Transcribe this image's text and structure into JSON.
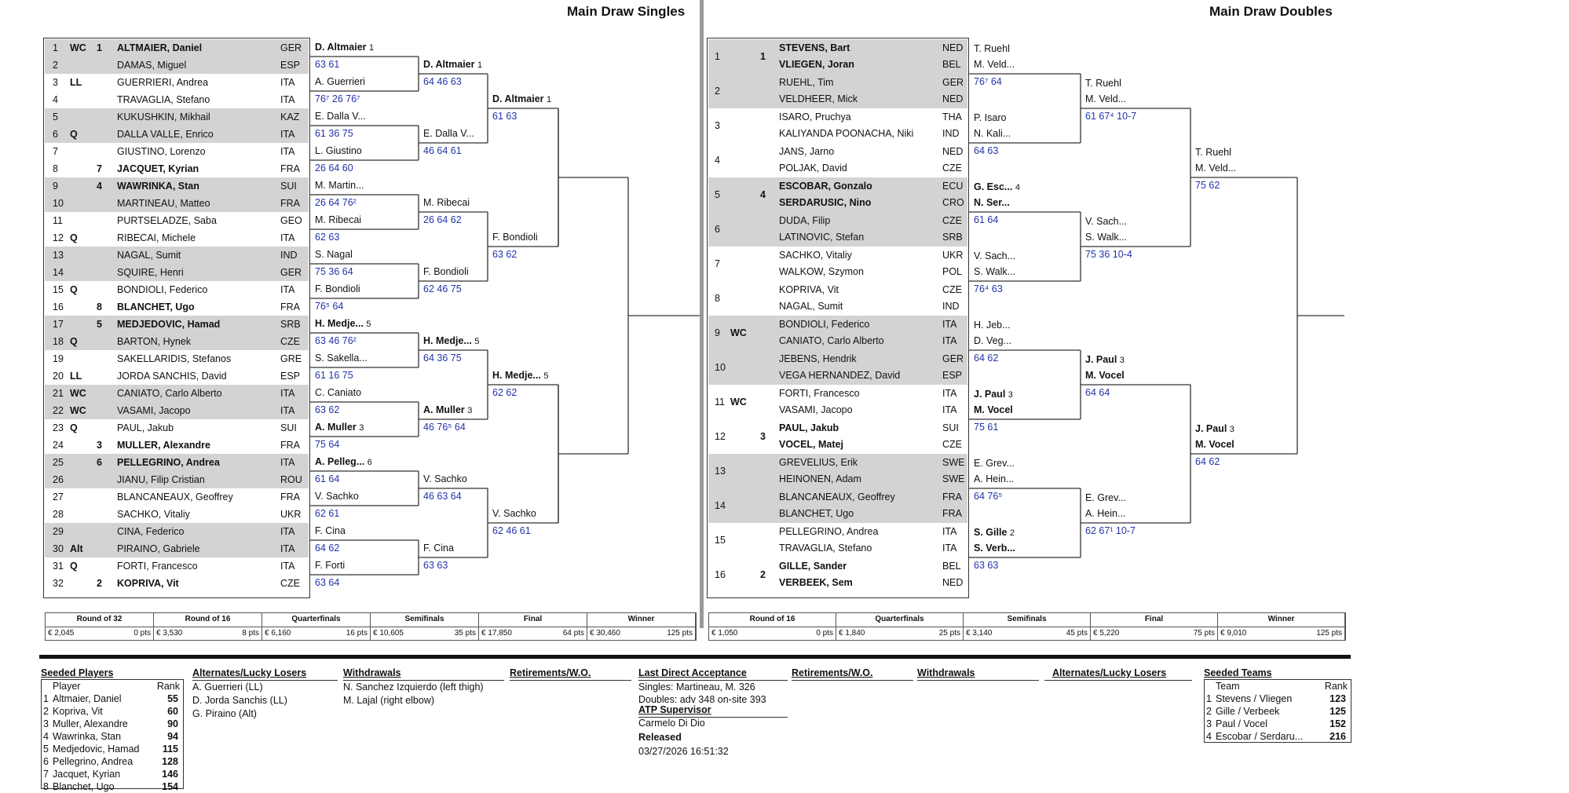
{
  "singles": {
    "title": "Main Draw Singles",
    "r32": [
      {
        "n": "1",
        "s": "WC",
        "seed": "1",
        "name": "ALTMAIER, Daniel",
        "c": "GER",
        "b": true,
        "g": true
      },
      {
        "n": "2",
        "s": "",
        "seed": "",
        "name": "DAMAS, Miguel",
        "c": "ESP",
        "b": false,
        "g": true
      },
      {
        "n": "3",
        "s": "LL",
        "seed": "",
        "name": "GUERRIERI, Andrea",
        "c": "ITA",
        "b": false,
        "g": false
      },
      {
        "n": "4",
        "s": "",
        "seed": "",
        "name": "TRAVAGLIA, Stefano",
        "c": "ITA",
        "b": false,
        "g": false
      },
      {
        "n": "5",
        "s": "",
        "seed": "",
        "name": "KUKUSHKIN, Mikhail",
        "c": "KAZ",
        "b": false,
        "g": true
      },
      {
        "n": "6",
        "s": "Q",
        "seed": "",
        "name": "DALLA VALLE, Enrico",
        "c": "ITA",
        "b": false,
        "g": true
      },
      {
        "n": "7",
        "s": "",
        "seed": "",
        "name": "GIUSTINO, Lorenzo",
        "c": "ITA",
        "b": false,
        "g": false
      },
      {
        "n": "8",
        "s": "",
        "seed": "7",
        "name": "JACQUET, Kyrian",
        "c": "FRA",
        "b": true,
        "g": false
      },
      {
        "n": "9",
        "s": "",
        "seed": "4",
        "name": "WAWRINKA, Stan",
        "c": "SUI",
        "b": true,
        "g": true
      },
      {
        "n": "10",
        "s": "",
        "seed": "",
        "name": "MARTINEAU, Matteo",
        "c": "FRA",
        "b": false,
        "g": true
      },
      {
        "n": "11",
        "s": "",
        "seed": "",
        "name": "PURTSELADZE, Saba",
        "c": "GEO",
        "b": false,
        "g": false
      },
      {
        "n": "12",
        "s": "Q",
        "seed": "",
        "name": "RIBECAI, Michele",
        "c": "ITA",
        "b": false,
        "g": false
      },
      {
        "n": "13",
        "s": "",
        "seed": "",
        "name": "NAGAL, Sumit",
        "c": "IND",
        "b": false,
        "g": true
      },
      {
        "n": "14",
        "s": "",
        "seed": "",
        "name": "SQUIRE, Henri",
        "c": "GER",
        "b": false,
        "g": true
      },
      {
        "n": "15",
        "s": "Q",
        "seed": "",
        "name": "BONDIOLI, Federico",
        "c": "ITA",
        "b": false,
        "g": false
      },
      {
        "n": "16",
        "s": "",
        "seed": "8",
        "name": "BLANCHET, Ugo",
        "c": "FRA",
        "b": true,
        "g": false
      },
      {
        "n": "17",
        "s": "",
        "seed": "5",
        "name": "MEDJEDOVIC, Hamad",
        "c": "SRB",
        "b": true,
        "g": true
      },
      {
        "n": "18",
        "s": "Q",
        "seed": "",
        "name": "BARTON, Hynek",
        "c": "CZE",
        "b": false,
        "g": true
      },
      {
        "n": "19",
        "s": "",
        "seed": "",
        "name": "SAKELLARIDIS, Stefanos",
        "c": "GRE",
        "b": false,
        "g": false
      },
      {
        "n": "20",
        "s": "LL",
        "seed": "",
        "name": "JORDA SANCHIS, David",
        "c": "ESP",
        "b": false,
        "g": false
      },
      {
        "n": "21",
        "s": "WC",
        "seed": "",
        "name": "CANIATO, Carlo Alberto",
        "c": "ITA",
        "b": false,
        "g": true
      },
      {
        "n": "22",
        "s": "WC",
        "seed": "",
        "name": "VASAMI, Jacopo",
        "c": "ITA",
        "b": false,
        "g": true
      },
      {
        "n": "23",
        "s": "Q",
        "seed": "",
        "name": "PAUL, Jakub",
        "c": "SUI",
        "b": false,
        "g": false
      },
      {
        "n": "24",
        "s": "",
        "seed": "3",
        "name": "MULLER, Alexandre",
        "c": "FRA",
        "b": true,
        "g": false
      },
      {
        "n": "25",
        "s": "",
        "seed": "6",
        "name": "PELLEGRINO, Andrea",
        "c": "ITA",
        "b": true,
        "g": true
      },
      {
        "n": "26",
        "s": "",
        "seed": "",
        "name": "JIANU, Filip Cristian",
        "c": "ROU",
        "b": false,
        "g": true
      },
      {
        "n": "27",
        "s": "",
        "seed": "",
        "name": "BLANCANEAUX, Geoffrey",
        "c": "FRA",
        "b": false,
        "g": false
      },
      {
        "n": "28",
        "s": "",
        "seed": "",
        "name": "SACHKO, Vitaliy",
        "c": "UKR",
        "b": false,
        "g": false
      },
      {
        "n": "29",
        "s": "",
        "seed": "",
        "name": "CINA, Federico",
        "c": "ITA",
        "b": false,
        "g": true
      },
      {
        "n": "30",
        "s": "Alt",
        "seed": "",
        "name": "PIRAINO, Gabriele",
        "c": "ITA",
        "b": false,
        "g": true
      },
      {
        "n": "31",
        "s": "Q",
        "seed": "",
        "name": "FORTI, Francesco",
        "c": "ITA",
        "b": false,
        "g": false
      },
      {
        "n": "32",
        "s": "",
        "seed": "2",
        "name": "KOPRIVA, Vit",
        "c": "CZE",
        "b": true,
        "g": false
      }
    ],
    "r16": [
      {
        "w": "D. Altmaier",
        "seed": "1",
        "b": true,
        "score": "63 61"
      },
      {
        "w": "A. Guerrieri",
        "seed": "",
        "b": false,
        "score": "76⁷ 26 76⁷"
      },
      {
        "w": "E. Dalla V...",
        "seed": "",
        "b": false,
        "score": "61 36 75"
      },
      {
        "w": "L. Giustino",
        "seed": "",
        "b": false,
        "score": "26 64 60"
      },
      {
        "w": "M. Martin...",
        "seed": "",
        "b": false,
        "score": "26 64 76²"
      },
      {
        "w": "M. Ribecai",
        "seed": "",
        "b": false,
        "score": "62 63"
      },
      {
        "w": "S. Nagal",
        "seed": "",
        "b": false,
        "score": "75 36 64"
      },
      {
        "w": "F. Bondioli",
        "seed": "",
        "b": false,
        "score": "76⁵ 64"
      },
      {
        "w": "H. Medje...",
        "seed": "5",
        "b": true,
        "score": "63 46 76²"
      },
      {
        "w": "S. Sakella...",
        "seed": "",
        "b": false,
        "score": "61 16 75"
      },
      {
        "w": "C. Caniato",
        "seed": "",
        "b": false,
        "score": "63 62"
      },
      {
        "w": "A. Muller",
        "seed": "3",
        "b": true,
        "score": "75 64"
      },
      {
        "w": "A. Pelleg...",
        "seed": "6",
        "b": true,
        "score": "61 64"
      },
      {
        "w": "V. Sachko",
        "seed": "",
        "b": false,
        "score": "62 61"
      },
      {
        "w": "F. Cina",
        "seed": "",
        "b": false,
        "score": "64 62"
      },
      {
        "w": "F. Forti",
        "seed": "",
        "b": false,
        "score": "63 64"
      }
    ],
    "qf": [
      {
        "w": "D. Altmaier",
        "seed": "1",
        "b": true,
        "score": "64 46 63"
      },
      {
        "w": "E. Dalla V...",
        "seed": "",
        "b": false,
        "score": "46 64 61"
      },
      {
        "w": "M. Ribecai",
        "seed": "",
        "b": false,
        "score": "26 64 62"
      },
      {
        "w": "F. Bondioli",
        "seed": "",
        "b": false,
        "score": "62 46 75"
      },
      {
        "w": "H. Medje...",
        "seed": "5",
        "b": true,
        "score": "64 36 75"
      },
      {
        "w": "A. Muller",
        "seed": "3",
        "b": true,
        "score": "46 76⁵ 64"
      },
      {
        "w": "V. Sachko",
        "seed": "",
        "b": false,
        "score": "46 63 64"
      },
      {
        "w": "F. Cina",
        "seed": "",
        "b": false,
        "score": "63 63"
      }
    ],
    "sf": [
      {
        "w": "D. Altmaier",
        "seed": "1",
        "b": true,
        "score": "61 63"
      },
      {
        "w": "F. Bondioli",
        "seed": "",
        "b": false,
        "score": "63 62"
      },
      {
        "w": "H. Medje...",
        "seed": "5",
        "b": true,
        "score": "62 62"
      },
      {
        "w": "V. Sachko",
        "seed": "",
        "b": false,
        "score": "62 46 61"
      }
    ],
    "stages": [
      {
        "name": "Round of 32",
        "money": "€ 2,045",
        "pts": "0 pts"
      },
      {
        "name": "Round of 16",
        "money": "€ 3,530",
        "pts": "8 pts"
      },
      {
        "name": "Quarterfinals",
        "money": "€ 6,160",
        "pts": "16 pts"
      },
      {
        "name": "Semifinals",
        "money": "€ 10,605",
        "pts": "35 pts"
      },
      {
        "name": "Final",
        "money": "€ 17,850",
        "pts": "64 pts"
      },
      {
        "name": "Winner",
        "money": "€ 30,460",
        "pts": "125 pts"
      }
    ]
  },
  "doubles": {
    "title": "Main Draw Doubles",
    "r16": [
      {
        "n": "1",
        "s": "",
        "seed": "1",
        "p1": "STEVENS, Bart",
        "c1": "NED",
        "p2": "VLIEGEN, Joran",
        "c2": "BEL",
        "b": true,
        "g": true
      },
      {
        "n": "2",
        "s": "",
        "seed": "",
        "p1": "RUEHL, Tim",
        "c1": "GER",
        "p2": "VELDHEER, Mick",
        "c2": "NED",
        "b": false,
        "g": true
      },
      {
        "n": "3",
        "s": "",
        "seed": "",
        "p1": "ISARO, Pruchya",
        "c1": "THA",
        "p2": "KALIYANDA POONACHA, Niki",
        "c2": "IND",
        "b": false,
        "g": false
      },
      {
        "n": "4",
        "s": "",
        "seed": "",
        "p1": "JANS, Jarno",
        "c1": "NED",
        "p2": "POLJAK, David",
        "c2": "CZE",
        "b": false,
        "g": false
      },
      {
        "n": "5",
        "s": "",
        "seed": "4",
        "p1": "ESCOBAR, Gonzalo",
        "c1": "ECU",
        "p2": "SERDARUSIC, Nino",
        "c2": "CRO",
        "b": true,
        "g": true
      },
      {
        "n": "6",
        "s": "",
        "seed": "",
        "p1": "DUDA, Filip",
        "c1": "CZE",
        "p2": "LATINOVIC, Stefan",
        "c2": "SRB",
        "b": false,
        "g": true
      },
      {
        "n": "7",
        "s": "",
        "seed": "",
        "p1": "SACHKO, Vitaliy",
        "c1": "UKR",
        "p2": "WALKOW, Szymon",
        "c2": "POL",
        "b": false,
        "g": false
      },
      {
        "n": "8",
        "s": "",
        "seed": "",
        "p1": "KOPRIVA, Vit",
        "c1": "CZE",
        "p2": "NAGAL, Sumit",
        "c2": "IND",
        "b": false,
        "g": false
      },
      {
        "n": "9",
        "s": "WC",
        "seed": "",
        "p1": "BONDIOLI, Federico",
        "c1": "ITA",
        "p2": "CANIATO, Carlo Alberto",
        "c2": "ITA",
        "b": false,
        "g": true
      },
      {
        "n": "10",
        "s": "",
        "seed": "",
        "p1": "JEBENS, Hendrik",
        "c1": "GER",
        "p2": "VEGA HERNANDEZ, David",
        "c2": "ESP",
        "b": false,
        "g": true
      },
      {
        "n": "11",
        "s": "WC",
        "seed": "",
        "p1": "FORTI, Francesco",
        "c1": "ITA",
        "p2": "VASAMI, Jacopo",
        "c2": "ITA",
        "b": false,
        "g": false
      },
      {
        "n": "12",
        "s": "",
        "seed": "3",
        "p1": "PAUL, Jakub",
        "c1": "SUI",
        "p2": "VOCEL, Matej",
        "c2": "CZE",
        "b": true,
        "g": false
      },
      {
        "n": "13",
        "s": "",
        "seed": "",
        "p1": "GREVELIUS, Erik",
        "c1": "SWE",
        "p2": "HEINONEN, Adam",
        "c2": "SWE",
        "b": false,
        "g": true
      },
      {
        "n": "14",
        "s": "",
        "seed": "",
        "p1": "BLANCANEAUX, Geoffrey",
        "c1": "FRA",
        "p2": "BLANCHET, Ugo",
        "c2": "FRA",
        "b": false,
        "g": true
      },
      {
        "n": "15",
        "s": "",
        "seed": "",
        "p1": "PELLEGRINO, Andrea",
        "c1": "ITA",
        "p2": "TRAVAGLIA, Stefano",
        "c2": "ITA",
        "b": false,
        "g": false
      },
      {
        "n": "16",
        "s": "",
        "seed": "2",
        "p1": "GILLE, Sander",
        "c1": "BEL",
        "p2": "VERBEEK, Sem",
        "c2": "NED",
        "b": true,
        "g": false
      }
    ],
    "qf": [
      {
        "w1": "T. Ruehl",
        "w2": "M. Veld...",
        "seed": "",
        "b": false,
        "score": "76⁷ 64"
      },
      {
        "w1": "P. Isaro",
        "w2": "N. Kali...",
        "seed": "",
        "b": false,
        "score": "64 63"
      },
      {
        "w1": "G. Esc...",
        "w2": "N. Ser...",
        "seed": "4",
        "b": true,
        "score": "61 64"
      },
      {
        "w1": "V. Sach...",
        "w2": "S. Walk...",
        "seed": "",
        "b": false,
        "score": "76⁴ 63"
      },
      {
        "w1": "H. Jeb...",
        "w2": "D. Veg...",
        "seed": "",
        "b": false,
        "score": "64 62"
      },
      {
        "w1": "J. Paul",
        "w2": "M. Vocel",
        "seed": "3",
        "b": true,
        "score": "75 61"
      },
      {
        "w1": "E. Grev...",
        "w2": "A. Hein...",
        "seed": "",
        "b": false,
        "score": "64 76⁵"
      },
      {
        "w1": "S. Gille",
        "w2": "S. Verb...",
        "seed": "2",
        "b": true,
        "score": "63 63"
      }
    ],
    "sf": [
      {
        "w1": "T. Ruehl",
        "w2": "M. Veld...",
        "seed": "",
        "b": false,
        "score": "61 67⁴ 10-7"
      },
      {
        "w1": "V. Sach...",
        "w2": "S. Walk...",
        "seed": "",
        "b": false,
        "score": "75 36 10-4"
      },
      {
        "w1": "J. Paul",
        "w2": "M. Vocel",
        "seed": "3",
        "b": true,
        "score": "64 64"
      },
      {
        "w1": "E. Grev...",
        "w2": "A. Hein...",
        "seed": "",
        "b": false,
        "score": "62 67¹ 10-7"
      }
    ],
    "f": [
      {
        "w1": "T. Ruehl",
        "w2": "M. Veld...",
        "seed": "",
        "b": false,
        "score": "75 62"
      },
      {
        "w1": "J. Paul",
        "w2": "M. Vocel",
        "seed": "3",
        "b": true,
        "score": "64 62"
      }
    ],
    "stages": [
      {
        "name": "Round of 16",
        "money": "€ 1,050",
        "pts": "0 pts"
      },
      {
        "name": "Quarterfinals",
        "money": "€ 1,840",
        "pts": "25 pts"
      },
      {
        "name": "Semifinals",
        "money": "€ 3,140",
        "pts": "45 pts"
      },
      {
        "name": "Final",
        "money": "€ 5,220",
        "pts": "75 pts"
      },
      {
        "name": "Winner",
        "money": "€ 9,010",
        "pts": "125 pts"
      }
    ]
  },
  "footer": {
    "seeded_players": {
      "title": "Seeded Players",
      "col_player": "Player",
      "col_rank": "Rank",
      "rows": [
        {
          "n": "1",
          "name": "Altmaier, Daniel",
          "rank": "55"
        },
        {
          "n": "2",
          "name": "Kopriva, Vit",
          "rank": "60"
        },
        {
          "n": "3",
          "name": "Muller, Alexandre",
          "rank": "90"
        },
        {
          "n": "4",
          "name": "Wawrinka, Stan",
          "rank": "94"
        },
        {
          "n": "5",
          "name": "Medjedovic, Hamad",
          "rank": "115"
        },
        {
          "n": "6",
          "name": "Pellegrino, Andrea",
          "rank": "128"
        },
        {
          "n": "7",
          "name": "Jacquet, Kyrian",
          "rank": "146"
        },
        {
          "n": "8",
          "name": "Blanchet, Ugo",
          "rank": "154"
        }
      ]
    },
    "alternates": {
      "title": "Alternates/Lucky Losers",
      "items": [
        "A. Guerrieri (LL)",
        "D. Jorda Sanchis (LL)",
        "G. Piraino (Alt)"
      ]
    },
    "withdrawals": {
      "title": "Withdrawals",
      "items": [
        "N. Sanchez Izquierdo (left thigh)",
        "M. Lajal (right elbow)"
      ]
    },
    "retirements": {
      "title": "Retirements/W.O."
    },
    "lda": {
      "title": "Last Direct Acceptance",
      "singles": "Singles: Martineau, M. 326",
      "doubles": "Doubles: adv 348 on-site 393"
    },
    "supervisor": {
      "title": "ATP Supervisor",
      "name": "Carmelo Di Dio"
    },
    "released": {
      "title": "Released",
      "date": "03/27/2026 16:51:32"
    },
    "d_retirements": {
      "title": "Retirements/W.O."
    },
    "d_withdrawals": {
      "title": "Withdrawals"
    },
    "d_alternates": {
      "title": "Alternates/Lucky Losers"
    },
    "seeded_teams": {
      "title": "Seeded Teams",
      "col_team": "Team",
      "col_rank": "Rank",
      "rows": [
        {
          "n": "1",
          "name": "Stevens / Vliegen",
          "rank": "123"
        },
        {
          "n": "2",
          "name": "Gille / Verbeek",
          "rank": "125"
        },
        {
          "n": "3",
          "name": "Paul / Vocel",
          "rank": "152"
        },
        {
          "n": "4",
          "name": "Escobar / Serdaru...",
          "rank": "216"
        }
      ]
    }
  },
  "colors": {
    "score": "#2233aa",
    "gray": "#d3d3d3",
    "line": "#333333"
  }
}
